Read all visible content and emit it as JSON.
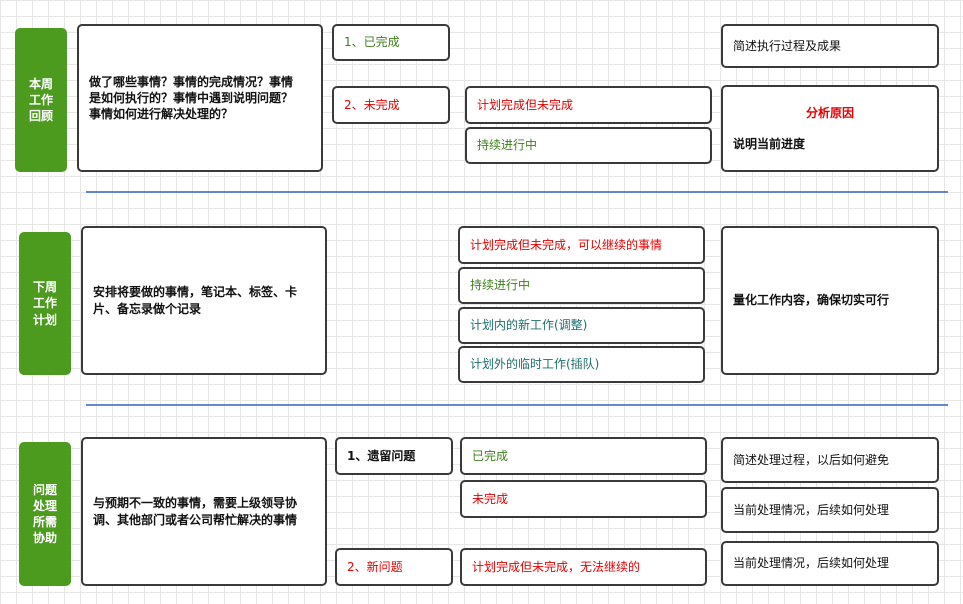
{
  "sections": {
    "week_review": {
      "label": "本周\n工作\n回顾",
      "desc": "做了哪些事情？事情的完成情况？事情\n是如何执行的？事情中遇到说明问题？\n事情如何进行解决处理的？",
      "done_label": "1、已完成",
      "undone_label": "2、未完成",
      "plan_done_not_finished": "计划完成但未完成",
      "ongoing": "持续进行中",
      "summary": "简述执行过程及成果",
      "analysis_title": "分析原因",
      "analysis_text": "说明当前进度"
    },
    "next_week_plan": {
      "label": "下周\n工作\n计划",
      "desc": "安排将要做的事情，笔记本、标签、卡\n片、备忘录做个记录",
      "items": [
        "计划完成但未完成，可以继续的事情",
        "持续进行中",
        "计划内的新工作(调整)",
        "计划外的临时工作(插队)"
      ],
      "summary": "量化工作内容，确保切实可行"
    },
    "help_needed": {
      "label": "问题\n处理\n所需\n协助",
      "desc": "与预期不一致的事情，需要上级领导协\n调、其他部门或者公司帮忙解决的事情",
      "legacy_label": "1、遗留问题",
      "legacy_done": "已完成",
      "legacy_undone": "未完成",
      "new_label": "2、新问题",
      "new_item": "计划完成但未完成，无法继续的",
      "result_1": "简述处理过程，以后如何避免",
      "result_2": "当前处理情况，后续如何处理",
      "result_3": "当前处理情况，后续如何处理"
    }
  },
  "colors": {
    "side_green": "#4c9a1e",
    "green_text": "#3f7f1c",
    "red_text": "#e60000",
    "teal_text": "#1e6e6e",
    "divider_blue": "#4a73c8"
  }
}
